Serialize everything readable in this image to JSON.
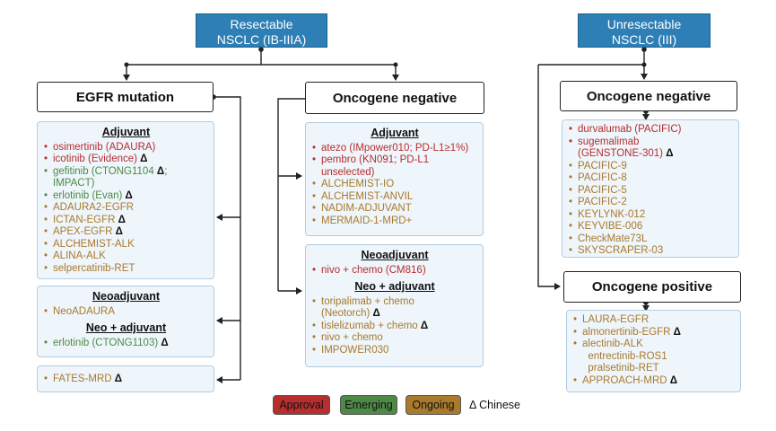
{
  "top_boxes": {
    "resectable": "Resectable\nNSCLC (IB-IIIA)",
    "unresectable": "Unresectable\nNSCLC (III)"
  },
  "headers": {
    "egfr": "EGFR mutation",
    "oncogene_negative_left": "Oncogene negative",
    "oncogene_negative_right": "Oncogene negative",
    "oncogene_positive": "Oncogene positive"
  },
  "sections": {
    "adjuvant": "Adjuvant",
    "neoadjuvant": "Neoadjuvant",
    "neo_adjuvant": "Neo + adjuvant"
  },
  "delta_symbol": "Δ",
  "colors": {
    "approval": "#b72e2e",
    "emerging": "#4e8a47",
    "ongoing": "#a97a2c",
    "panel_bg": "#eef5fb",
    "top_box": "#2d7fb5"
  },
  "lists": {
    "egfr_adjuvant": [
      {
        "text": "osimertinib (ADAURA)",
        "status": "approval"
      },
      {
        "text": "icotinib (Evidence)",
        "status": "approval",
        "chinese": true
      },
      {
        "text": "gefitinib (CTONG1104",
        "status": "emerging",
        "chinese": true,
        "suffix": ";"
      },
      {
        "text": "IMPACT)",
        "status": "emerging",
        "cont": true
      },
      {
        "text": "erlotinib (Evan)",
        "status": "emerging",
        "chinese": true
      },
      {
        "text": "ADAURA2-EGFR",
        "status": "ongoing"
      },
      {
        "text": "ICTAN-EGFR",
        "status": "ongoing",
        "chinese": true
      },
      {
        "text": "APEX-EGFR",
        "status": "ongoing",
        "chinese": true
      },
      {
        "text": "ALCHEMIST-ALK",
        "status": "ongoing"
      },
      {
        "text": "ALINA-ALK",
        "status": "ongoing"
      },
      {
        "text": "selpercatinib-RET",
        "status": "ongoing"
      }
    ],
    "egfr_neoadjuvant": [
      {
        "text": "NeoADAURA",
        "status": "ongoing"
      }
    ],
    "egfr_neo_adjuvant": [
      {
        "text": "erlotinib (CTONG1103)",
        "status": "emerging",
        "chinese": true
      }
    ],
    "egfr_fates": [
      {
        "text": "FATES-MRD",
        "status": "ongoing",
        "chinese": true
      }
    ],
    "neg_adjuvant": [
      {
        "text": "atezo (IMpower010; PD-L1≥1%)",
        "status": "approval"
      },
      {
        "text": "pembro (KN091; PD-L1",
        "status": "approval"
      },
      {
        "text": "unselected)",
        "status": "approval",
        "cont": true
      },
      {
        "text": "ALCHEMIST-IO",
        "status": "ongoing"
      },
      {
        "text": "ALCHEMIST-ANVIL",
        "status": "ongoing"
      },
      {
        "text": "NADIM-ADJUVANT",
        "status": "ongoing"
      },
      {
        "text": "MERMAID-1-MRD+",
        "status": "ongoing"
      }
    ],
    "neg_neoadjuvant": [
      {
        "text": "nivo + chemo (CM816)",
        "status": "approval"
      }
    ],
    "neg_neo_adjuvant": [
      {
        "text": "toripalimab + chemo",
        "status": "ongoing"
      },
      {
        "text": "(Neotorch)",
        "status": "ongoing",
        "cont": true,
        "chinese": true
      },
      {
        "text": "tislelizumab + chemo",
        "status": "ongoing",
        "chinese": true
      },
      {
        "text": "nivo + chemo",
        "status": "ongoing"
      },
      {
        "text": "IMPOWER030",
        "status": "ongoing"
      }
    ],
    "unres_negative": [
      {
        "text": "durvalumab (PACIFIC)",
        "status": "approval"
      },
      {
        "text": "sugemalimab",
        "status": "approval"
      },
      {
        "text": "(GENSTONE-301)",
        "status": "approval",
        "cont": true,
        "chinese": true
      },
      {
        "text": "PACIFIC-9",
        "status": "ongoing"
      },
      {
        "text": "PACIFIC-8",
        "status": "ongoing"
      },
      {
        "text": "PACIFIC-5",
        "status": "ongoing"
      },
      {
        "text": "PACIFIC-2",
        "status": "ongoing"
      },
      {
        "text": "KEYLYNK-012",
        "status": "ongoing"
      },
      {
        "text": "KEYVIBE-006",
        "status": "ongoing"
      },
      {
        "text": "CheckMate73L",
        "status": "ongoing"
      },
      {
        "text": "SKYSCRAPER-03",
        "status": "ongoing"
      }
    ],
    "unres_positive": [
      {
        "text": "LAURA-EGFR",
        "status": "ongoing"
      },
      {
        "text": "almonertinib-EGFR",
        "status": "ongoing",
        "chinese": true
      },
      {
        "text": "alectinib-ALK",
        "status": "ongoing"
      },
      {
        "text": "  entrectinib-ROS1",
        "status": "ongoing",
        "cont": true
      },
      {
        "text": "  pralsetinib-RET",
        "status": "ongoing",
        "cont": true
      },
      {
        "text": "APPROACH-MRD",
        "status": "ongoing",
        "chinese": true
      }
    ]
  },
  "legend": {
    "approval": "Approval",
    "emerging": "Emerging",
    "ongoing": "Ongoing",
    "chinese": "Δ Chinese"
  }
}
